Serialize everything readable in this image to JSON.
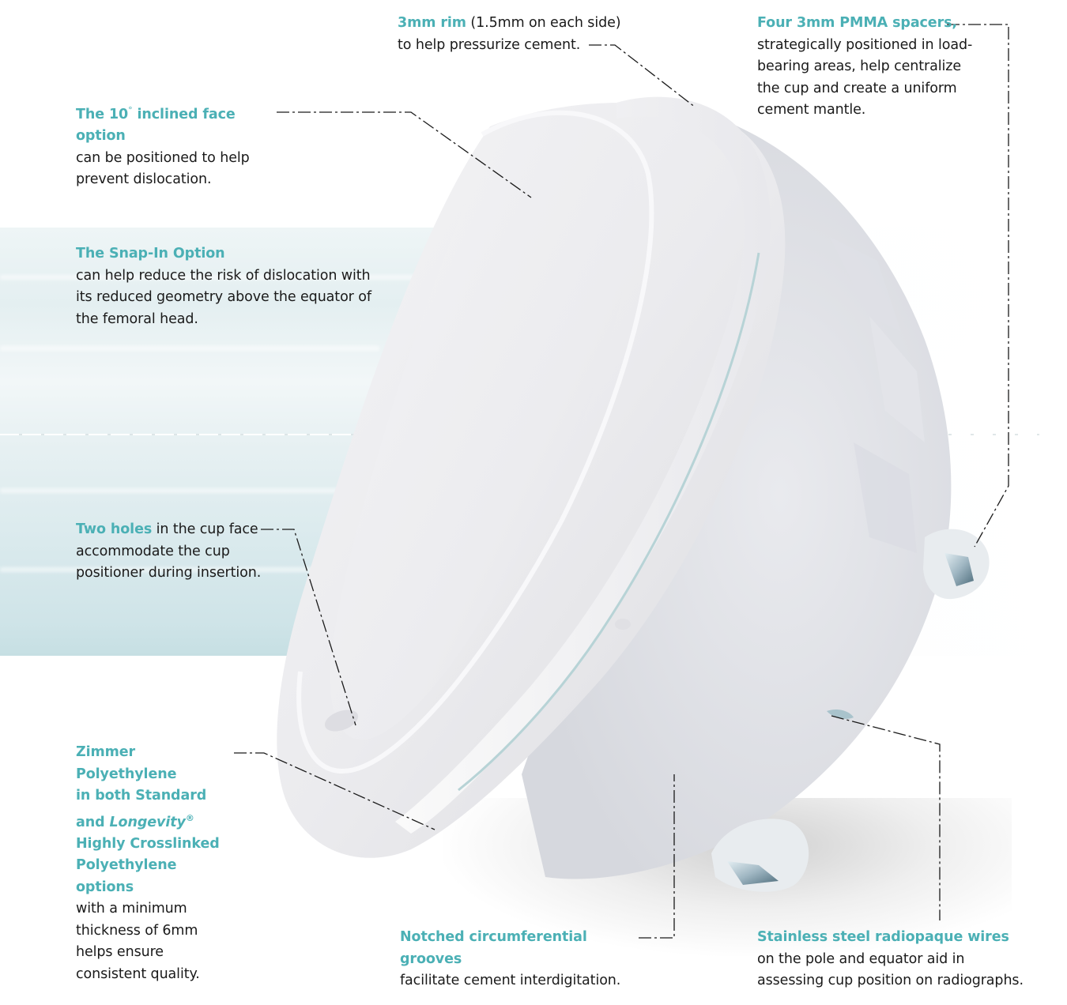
{
  "colors": {
    "highlight": "#4bb0b5",
    "body_text": "#1a1a1a",
    "background_band": "#dcebee",
    "cup_white": "#f1f1f3"
  },
  "product_image": {
    "subject": "cemented polyethylene acetabular cup",
    "features": [
      "inclined face",
      "3mm rim",
      "two positioning holes",
      "notched circumferential grooves",
      "PMMA spacers",
      "radiopaque wires"
    ]
  },
  "callouts": {
    "rim": {
      "highlight": "3mm rim",
      "line1_rest": " (1.5mm on each side)",
      "line2": "to help pressurize cement."
    },
    "spacers": {
      "highlight": "Four 3mm PMMA spacers,",
      "body_lines": [
        "strategically positioned in load-",
        "bearing areas, help centralize",
        "the cup and create a uniform",
        "cement mantle."
      ]
    },
    "inclined": {
      "highlight_pre": "The 10",
      "degree": "°",
      "highlight_post": " inclined face option",
      "body_lines": [
        "can be positioned to help",
        "prevent dislocation."
      ]
    },
    "snapin": {
      "highlight": "The Snap-In Option",
      "body_lines": [
        "can help reduce the risk of dislocation with",
        "its reduced geometry above the equator of",
        "the femoral head."
      ]
    },
    "holes": {
      "highlight": "Two holes",
      "line1_rest": " in the cup face",
      "body_lines": [
        "accommodate the cup",
        "positioner during insertion."
      ]
    },
    "polyethylene": {
      "highlight_lines": [
        "Zimmer Polyethylene",
        "in both Standard"
      ],
      "and_word": "and ",
      "longevity": "Longevity",
      "registered": "®",
      "highlight_lines_2": [
        "Highly Crosslinked",
        "Polyethylene options"
      ],
      "body_lines": [
        "with a minimum",
        "thickness of 6mm",
        "helps ensure",
        "consistent quality."
      ]
    },
    "grooves": {
      "highlight": "Notched circumferential grooves",
      "body": "facilitate cement interdigitation."
    },
    "wires": {
      "highlight": "Stainless steel radiopaque wires",
      "body_lines": [
        "on the pole and equator aid in",
        "assessing cup position on radiographs."
      ]
    }
  }
}
